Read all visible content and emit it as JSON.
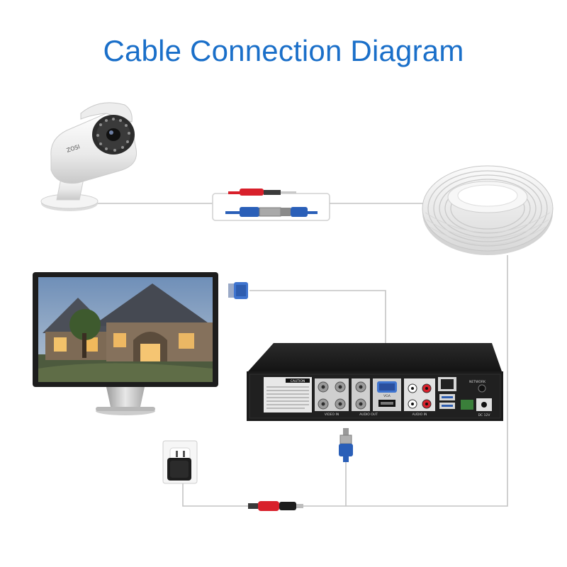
{
  "diagram": {
    "title": "Cable Connection Diagram"
  },
  "camera": {
    "brand_text": "ZOSI"
  },
  "dvr": {
    "caution_label": "CAUTION",
    "network_label": "NETWORK",
    "video_in_label": "VIDEO IN",
    "audio_out_label": "AUDIO OUT",
    "vga_label": "VGA",
    "audio_in_label": "AUDIO IN",
    "power_label": "DC 12V"
  },
  "colors": {
    "title": "#1a6fc9",
    "cable": "#bfbfbf",
    "red_plug": "#d8202b",
    "blue_plug": "#2a5fb8",
    "vga_blue": "#3f74cf",
    "dvr_body": "#1b1b1b"
  }
}
